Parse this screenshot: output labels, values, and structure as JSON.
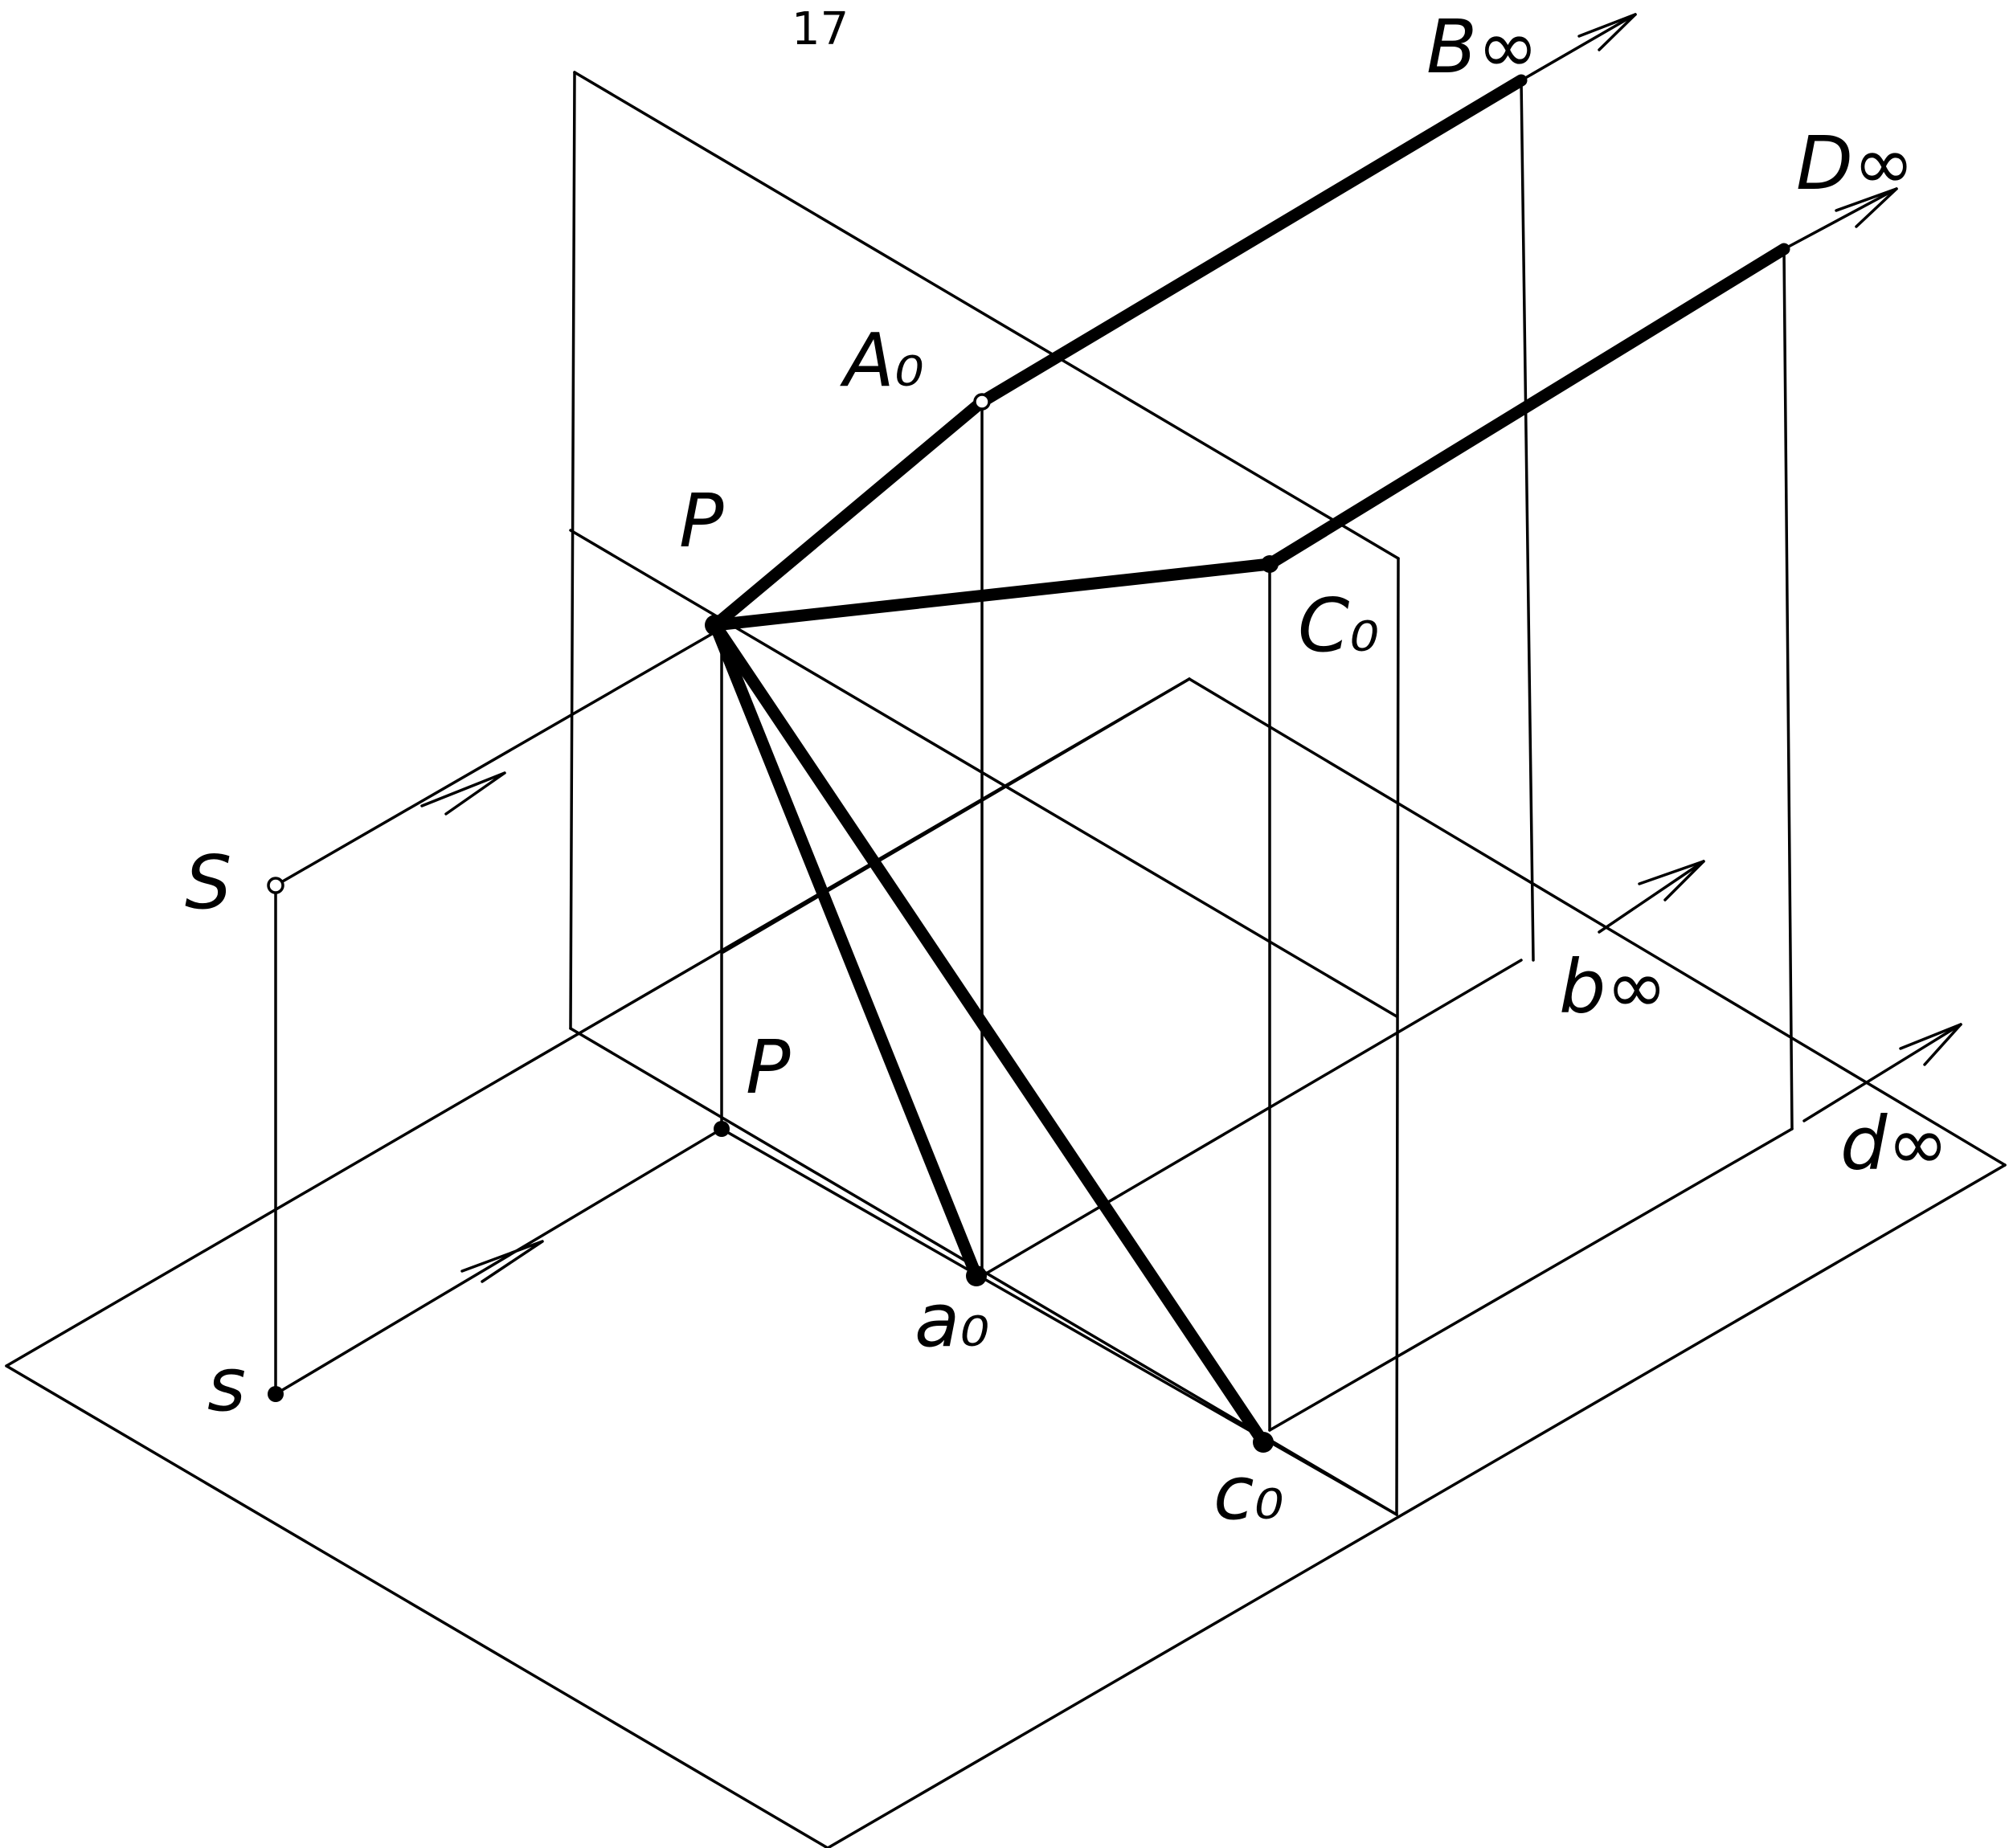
{
  "page_number": "17",
  "labels": {
    "B_inf": "B∞",
    "D_inf": "D∞",
    "A0": "A₀",
    "P_upper": "P",
    "C0": "C₀",
    "S": "S",
    "b_inf": "b∞",
    "P_lower": "P",
    "d_inf": "d∞",
    "a0": "a₀",
    "s": "s",
    "c0": "c₀"
  }
}
